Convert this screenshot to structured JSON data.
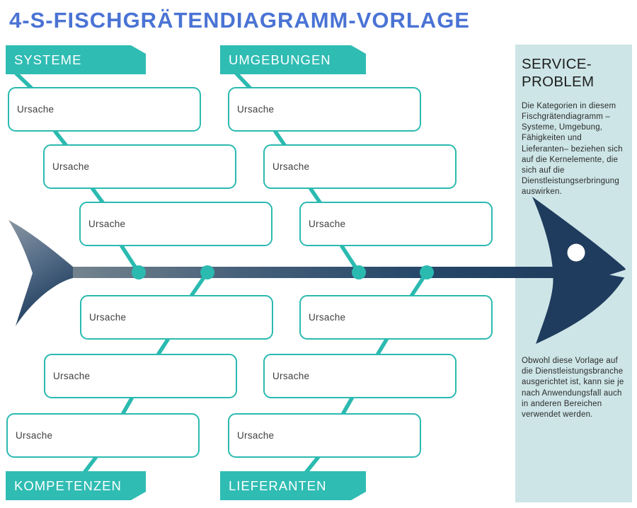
{
  "title": "4-S-FISCHGRÄTENDIAGRAMM-VORLAGE",
  "sidebar": {
    "title": "SERVICE-PROBLEM",
    "paragraph1": "Die Kategorien in diesem Fischgrätendiagramm – Systeme, Umgebung, Fähigkeiten und Lieferanten– beziehen sich auf die Kernelemente, die sich auf die Dienstleistungserbringung auswirken.",
    "paragraph2": "Obwohl diese Vorlage auf die Dienstleistungsbranche ausgerichtet ist, kann sie je nach Anwendungsfall auch in anderen Bereichen verwendet werden."
  },
  "categories": [
    {
      "label": "SYSTEME",
      "position": "top-left",
      "causes": [
        "Ursache",
        "Ursache",
        "Ursache"
      ]
    },
    {
      "label": "UMGEBUNGEN",
      "position": "top-right",
      "causes": [
        "Ursache",
        "Ursache",
        "Ursache"
      ]
    },
    {
      "label": "KOMPETENZEN",
      "position": "bottom-left",
      "causes": [
        "Ursache",
        "Ursache",
        "Ursache"
      ]
    },
    {
      "label": "LIEFERANTEN",
      "position": "bottom-right",
      "causes": [
        "Ursache",
        "Ursache",
        "Ursache"
      ]
    }
  ],
  "colors": {
    "title_blue": "#4a73d4",
    "teal": "#2bbab0",
    "header_teal": "#2fbcb3",
    "fish_navy": "#1f3b5d",
    "fish_gray": "#8a96a1",
    "sidebar_bg": "#cde5e7",
    "cause_text": "#3f3f3f"
  }
}
